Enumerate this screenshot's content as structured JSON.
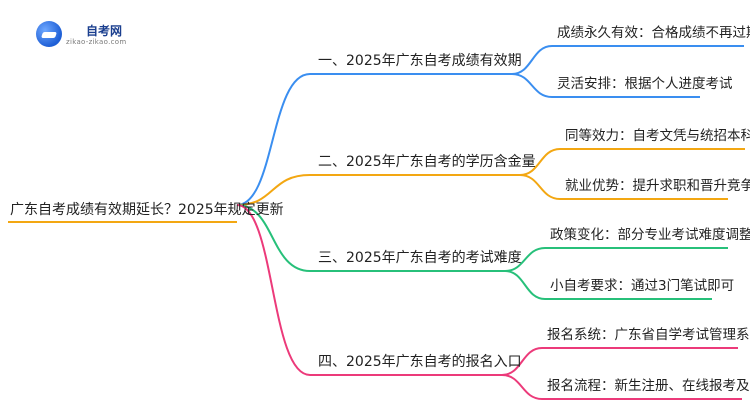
{
  "logo": {
    "name": "自考网",
    "url": "zikao-zikao.com"
  },
  "root": "广东自考成绩有效期延长？2025年规定更新",
  "colors": {
    "blue": "#3a8ef0",
    "orange": "#f3a712",
    "green": "#27c07a",
    "pink": "#ec3a7a"
  },
  "branches": [
    {
      "label": "一、2025年广东自考成绩有效期",
      "leaves": [
        "成绩永久有效：合格成绩不再过期",
        "灵活安排：根据个人进度考试"
      ]
    },
    {
      "label": "二、2025年广东自考的学历含金量",
      "leaves": [
        "同等效力：自考文凭与统招本科相同",
        "就业优势：提升求职和晋升竞争力"
      ]
    },
    {
      "label": "三、2025年广东自考的考试难度",
      "leaves": [
        "政策变化：部分专业考试难度调整",
        "小自考要求：通过3门笔试即可"
      ]
    },
    {
      "label": "四、2025年广东自考的报名入口",
      "leaves": [
        "报名系统：广东省自学考试管理系统",
        "报名流程：新生注册、在线报考及缴费"
      ]
    }
  ]
}
